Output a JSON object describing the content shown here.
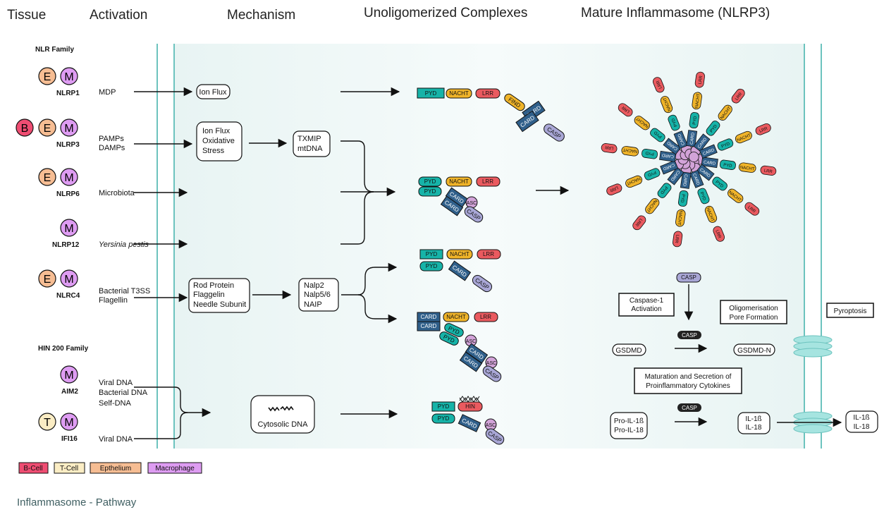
{
  "headers": {
    "tissue": "Tissue",
    "activation": "Activation",
    "mechanism": "Mechanism",
    "complexes": "Unoligomerized  Complexes",
    "mature": "Mature Inflammasome (NLRP3)"
  },
  "families": {
    "nlr": "NLR Family",
    "hin": "HIN 200 Family"
  },
  "cells": {
    "B": "B",
    "E": "E",
    "M": "M",
    "T": "T"
  },
  "receptors": {
    "nlrp1": "NLRP1",
    "nlrp3": "NLRP3",
    "nlrp6": "NLRP6",
    "nlrp12": "NLRP12",
    "nlrc4": "NLRC4",
    "aim2": "AIM2",
    "ifi16": "IFI16"
  },
  "activators": {
    "mdp": "MDP",
    "pamps": "PAMPs",
    "damps": "DAMPs",
    "microbiota": "Microbiota",
    "yersinia": "Yersinia pestis",
    "t3ss": "Bacterial T3SS",
    "flagellin": "Flagellin",
    "viral_dna": "Viral DNA",
    "bacterial_dna": "Bacterial DNA",
    "self_dna": "Self-DNA",
    "viral_dna2": "Viral DNA"
  },
  "mechanism": {
    "ion_flux": "Ion Flux",
    "ion_flux2": "Ion Flux",
    "oxidative": "Oxidative",
    "stress": "Stress",
    "txmip": "TXMIP",
    "mtdna": "mtDNA",
    "rod": "Rod Protein",
    "flaggelin": "Flaggelin",
    "needle": "Needle Subunit",
    "nalp2": "Nalp2",
    "nalp56": "Nalp5/6",
    "naip": "NAIP",
    "cytosolic": "Cytosolic DNA"
  },
  "domains": {
    "pyd": "PYD",
    "nacht": "NACHT",
    "lrr": "LRR",
    "find": "FIND",
    "card": "CARD",
    "casp": "CASP",
    "asc": "ASC",
    "hin": "HIN"
  },
  "mature": {
    "caspase1": [
      "Caspase-1",
      "Activation"
    ],
    "oligo": [
      "Oligomerisation",
      "Pore Formation"
    ],
    "pyroptosis": "Pyroptosis",
    "gsdmd": "GSDMD",
    "gsdmdn": "GSDMD-N",
    "maturation": [
      "Maturation and Secretion of",
      "Proinflammatory Cytokines"
    ],
    "pro1": "Pro-IL-1ß",
    "pro2": "Pro-IL-18",
    "il1": "IL-1ß",
    "il2": "IL-18",
    "il1b": "IL-1ß",
    "il2b": "IL-18"
  },
  "legend": {
    "bcell": "B-Cell",
    "tcell": "T-Cell",
    "epi": "Epthelium",
    "mac": "Macrophage"
  },
  "caption": "Inflammasome - Pathway",
  "colors": {
    "pyd": "#16b3a8",
    "nacht": "#f0b429",
    "lrr": "#ea5a5f",
    "card": "#2f5f8a",
    "casp": "#a9a7d6",
    "asc": "#d2a3d8",
    "find": "#f0b429",
    "b_cell": "#ef4d72",
    "t_cell": "#fbedc4",
    "epithelium": "#f6bd93",
    "macrophage": "#de9cf2",
    "membrane": "#6cc3be",
    "cell_fill": "#eef7f6"
  }
}
